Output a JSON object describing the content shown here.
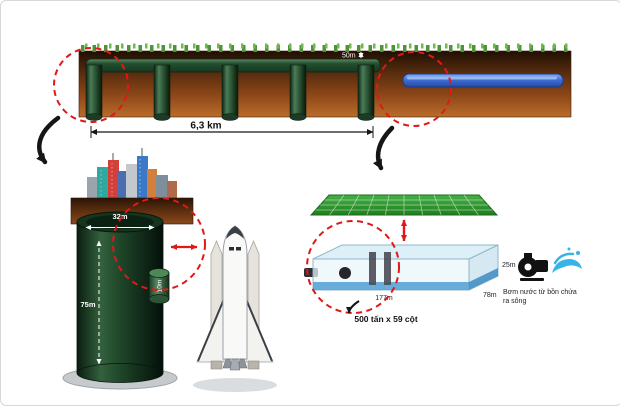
{
  "colors": {
    "accent_red": "#e01818",
    "ground_brown": "#8a4517",
    "tunnel_green": "#2e5a39",
    "pipe_blue": "#3f6fd6",
    "field_green": "#2f9b2f",
    "water_blue": "#4f9fd4",
    "splash_blue": "#35b4e8"
  },
  "overview": {
    "depth_label": "50m",
    "length_label": "6,3 km"
  },
  "shaft": {
    "diameter_label": "32m",
    "depth_label": "75m",
    "width_label": "10m"
  },
  "tank": {
    "length_label": "177m",
    "width_label": "78m",
    "height_label": "25m",
    "columns_label": "500 tấn x 59 cột"
  },
  "pump": {
    "caption_line1": "Bơm nước từ bồn chứa",
    "caption_line2": "ra sông"
  }
}
